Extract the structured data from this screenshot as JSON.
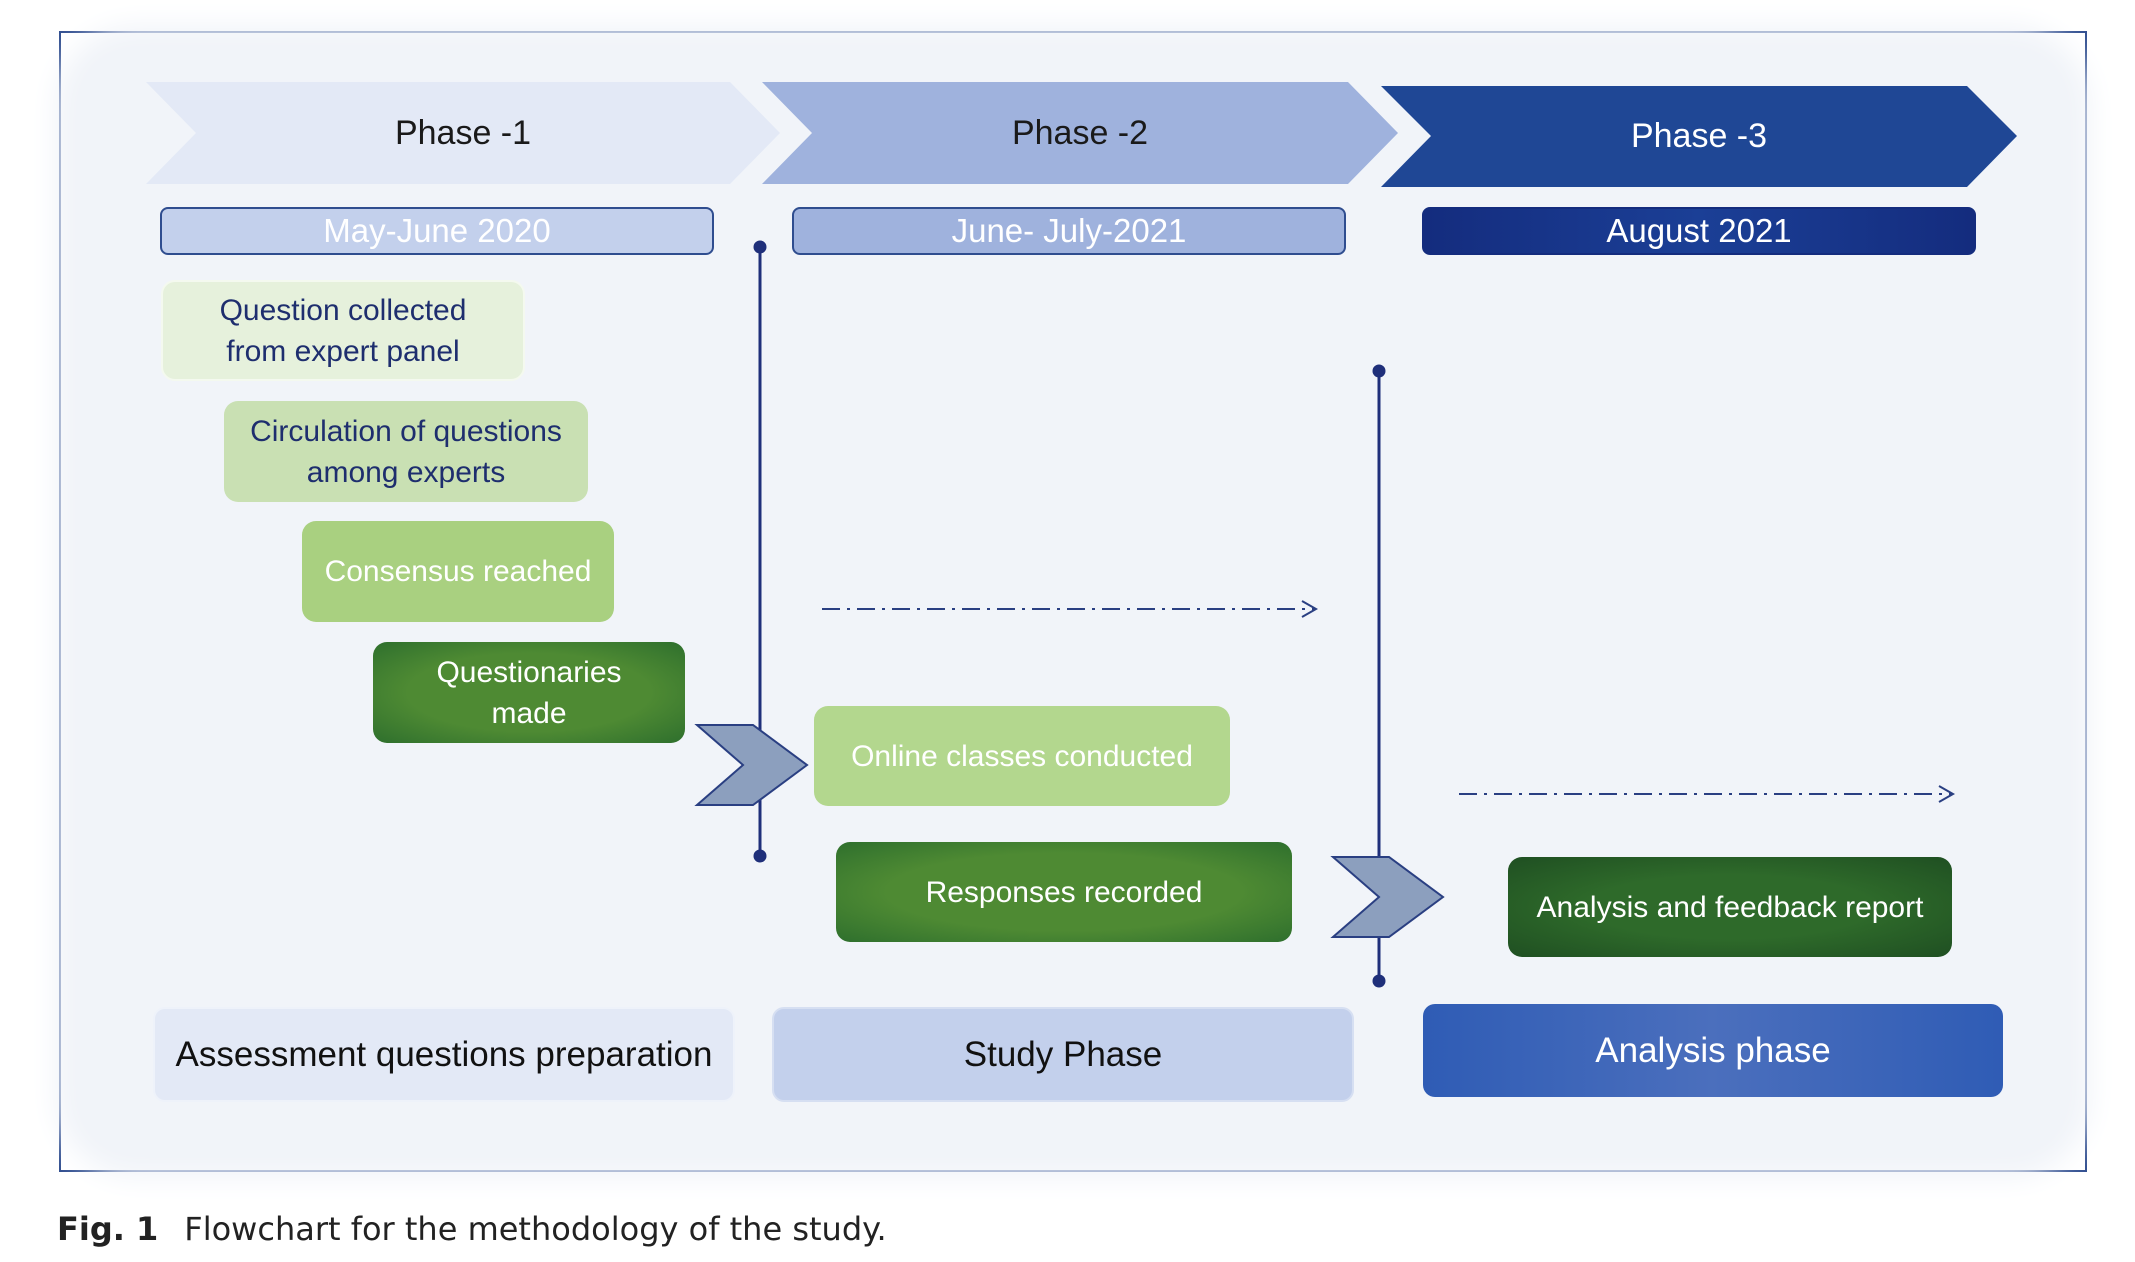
{
  "colors": {
    "phase1_chevron": "#e3e9f6",
    "phase2_chevron": "#9fb2dd",
    "phase3_chevron": "#1f4795",
    "timeline": "#1f2f7a",
    "green_light": "#e6f1dc",
    "green_mid": "#c9e0b3",
    "green_bright": "#a9d080",
    "green_dark": "#47802f",
    "green_darkest": "#275e26"
  },
  "phases": [
    {
      "label": "Phase -1",
      "date": "May-June 2020"
    },
    {
      "label": "Phase -2",
      "date": "June- July-2021"
    },
    {
      "label": "Phase -3",
      "date": "August 2021"
    }
  ],
  "steps": {
    "phase1": [
      "Question collected\nfrom expert panel",
      "Circulation of questions\namong experts",
      "Consensus reached",
      "Questionaries\nmade"
    ],
    "phase2": [
      "Online classes conducted",
      "Responses recorded"
    ],
    "phase3": [
      "Analysis and feedback report"
    ]
  },
  "stages": [
    "Assessment questions preparation",
    "Study Phase",
    "Analysis phase"
  ],
  "icons": [
    "chevron-arrow-icon",
    "dash-dot-arrow-icon"
  ],
  "caption": {
    "label": "Fig. 1",
    "text": "Flowchart for the methodology of the study."
  }
}
